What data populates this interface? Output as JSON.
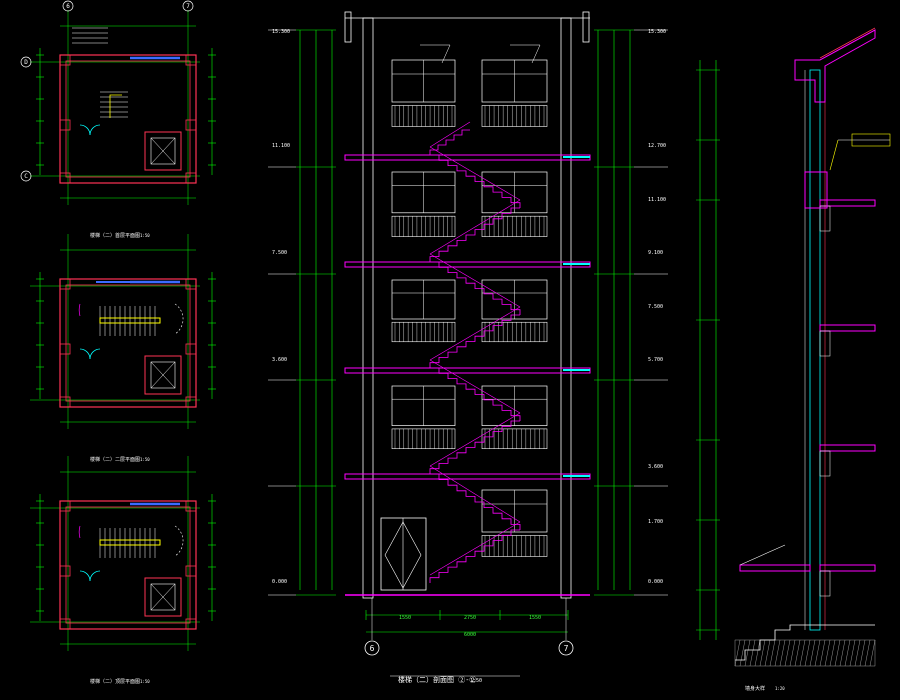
{
  "colors": {
    "background": "#000000",
    "dimension": "#00ff00",
    "wall": "#ff3355",
    "window": "#ffffff",
    "stair": "#ff00ff",
    "glass": "#00ffff",
    "accent_blue": "#3b6bff",
    "highlight": "#ffff00",
    "note": "#ffffff"
  },
  "section": {
    "left_elevations": [
      "15.300",
      "11.100",
      "7.500",
      "3.600",
      "0.000"
    ],
    "right_elevations": [
      "15.300",
      "12.700",
      "11.100",
      "9.100",
      "7.500",
      "5.700",
      "3.600",
      "1.700",
      "0.000"
    ],
    "bottom_dims": [
      "1550",
      "2750",
      "1550"
    ],
    "total_dim": "6000",
    "axis_left": "6",
    "axis_right": "7",
    "title": "楼梯（二）剖面图 ②-②",
    "scale": "1:50"
  },
  "plans": [
    {
      "title": "楼梯（二）首层平面图",
      "scale": "1:50"
    },
    {
      "title": "楼梯（二）二层平面图",
      "scale": "1:50"
    },
    {
      "title": "楼梯（二）顶层平面图",
      "scale": "1:50"
    }
  ],
  "plan_axes": {
    "top_left": "6",
    "top_right": "7",
    "side_top": "D",
    "side_bottom": "C"
  },
  "detail": {
    "title": "墙身大样",
    "scale": "1:20"
  }
}
